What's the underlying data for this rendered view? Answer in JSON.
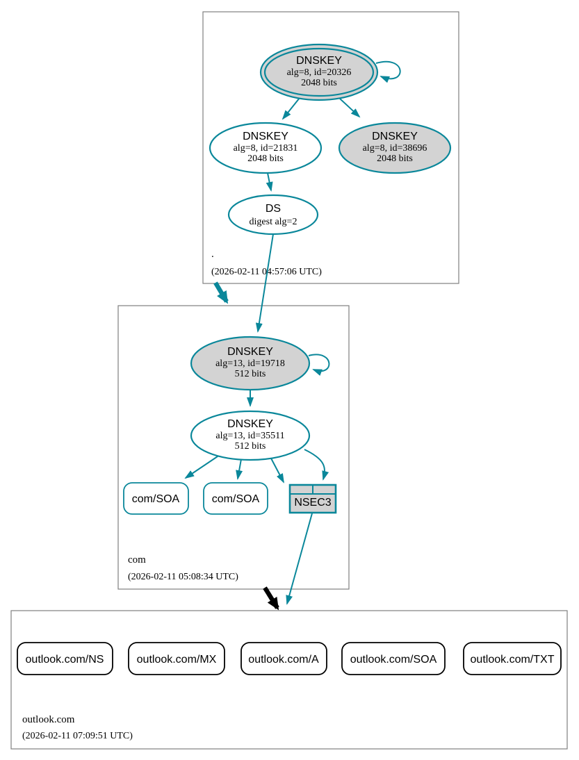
{
  "diagram": {
    "type": "dnssec-authentication-chain",
    "colors": {
      "secure": "#0a879a",
      "insecure": "#000000",
      "ksk_fill": "#d3d3d3",
      "node_fill": "#ffffff",
      "zone_border": "#7f7f7f"
    },
    "zones": [
      {
        "name": ".",
        "timestamp": "(2026-02-11 04:57:06 UTC)"
      },
      {
        "name": "com",
        "timestamp": "(2026-02-11 05:08:34 UTC)"
      },
      {
        "name": "outlook.com",
        "timestamp": "(2026-02-11 07:09:51 UTC)"
      }
    ],
    "nodes": {
      "root_ksk": {
        "title": "DNSKEY",
        "detail1": "alg=8, id=20326",
        "detail2": "2048 bits"
      },
      "root_zsk": {
        "title": "DNSKEY",
        "detail1": "alg=8, id=21831",
        "detail2": "2048 bits"
      },
      "root_ksk2": {
        "title": "DNSKEY",
        "detail1": "alg=8, id=38696",
        "detail2": "2048 bits"
      },
      "root_ds": {
        "title": "DS",
        "detail1": "digest alg=2"
      },
      "com_ksk": {
        "title": "DNSKEY",
        "detail1": "alg=13, id=19718",
        "detail2": "512 bits"
      },
      "com_zsk": {
        "title": "DNSKEY",
        "detail1": "alg=13, id=35511",
        "detail2": "512 bits"
      },
      "com_soa1": {
        "label": "com/SOA"
      },
      "com_soa2": {
        "label": "com/SOA"
      },
      "com_nsec3": {
        "label": "NSEC3"
      },
      "outlook_ns": {
        "label": "outlook.com/NS"
      },
      "outlook_mx": {
        "label": "outlook.com/MX"
      },
      "outlook_a": {
        "label": "outlook.com/A"
      },
      "outlook_soa": {
        "label": "outlook.com/SOA"
      },
      "outlook_txt": {
        "label": "outlook.com/TXT"
      }
    }
  }
}
